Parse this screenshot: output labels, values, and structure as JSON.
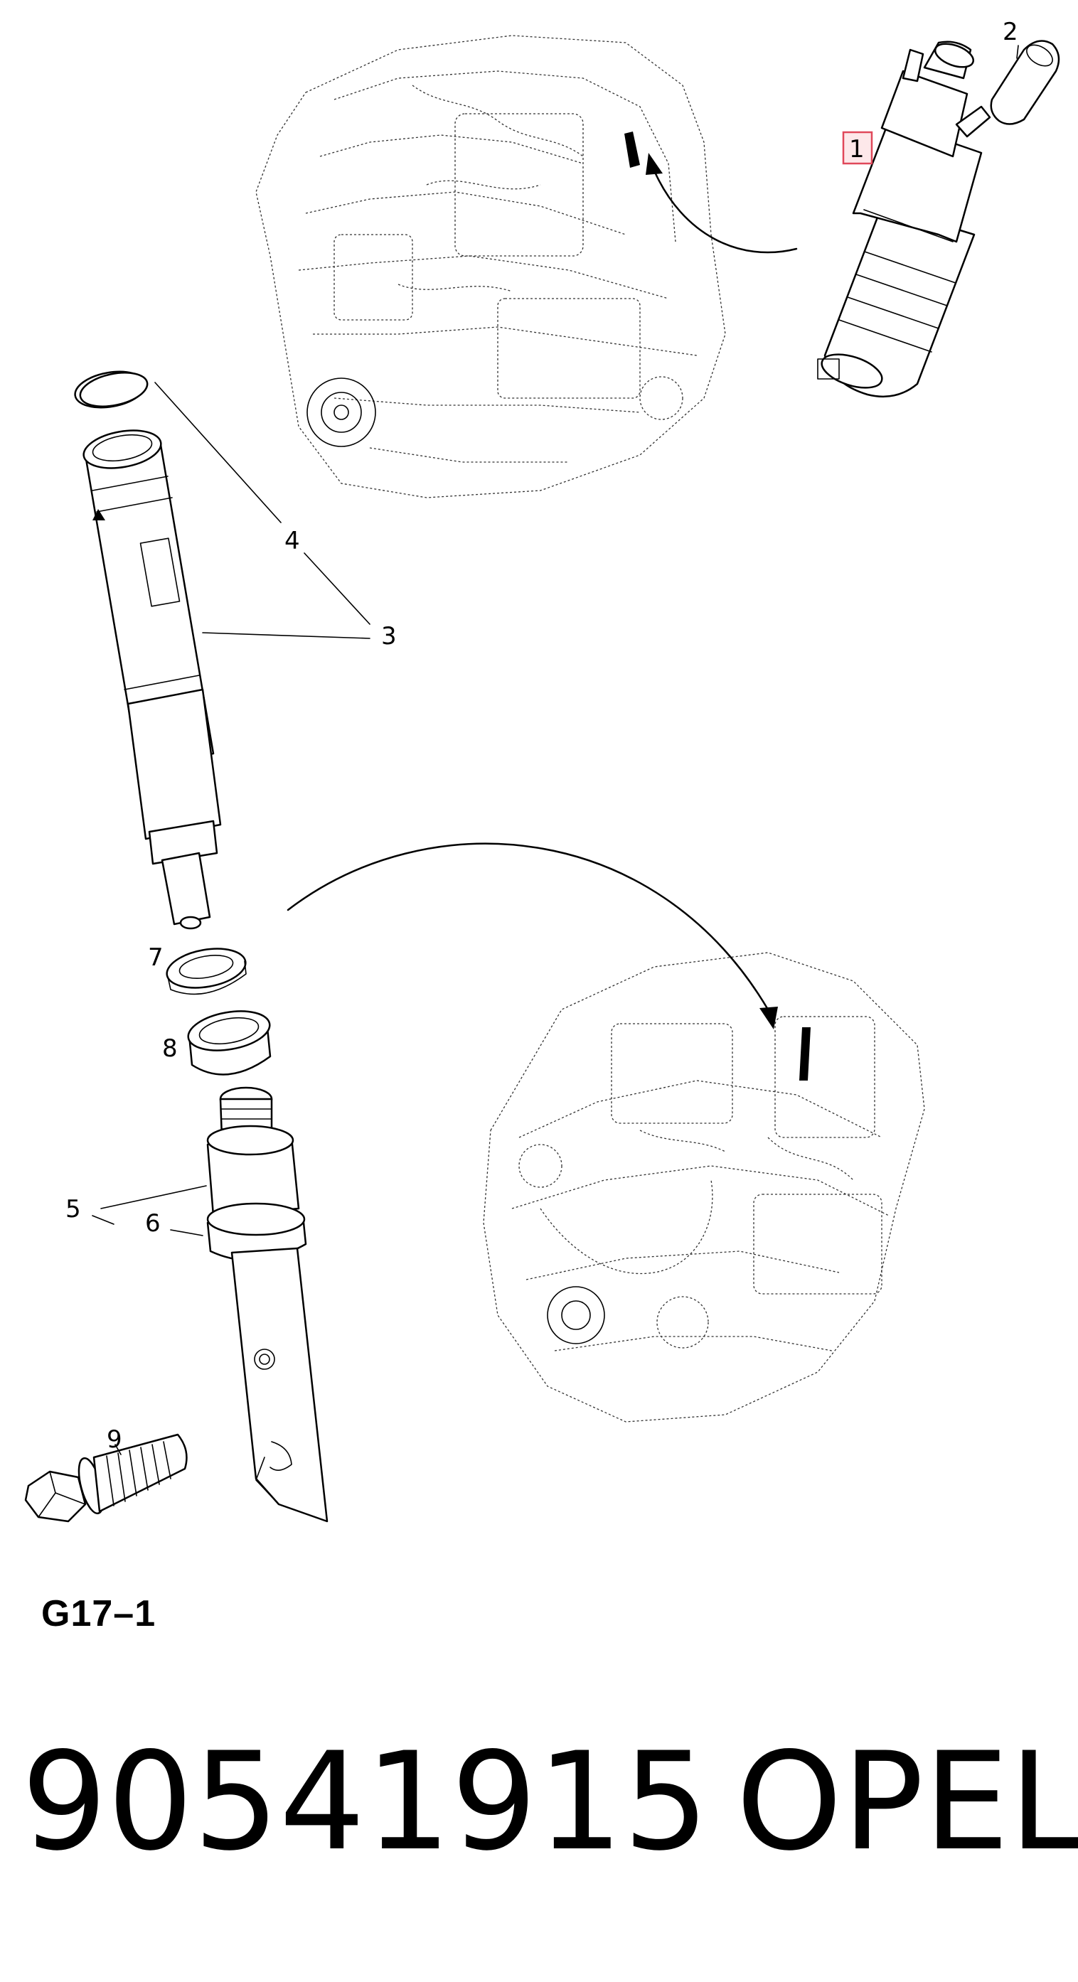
{
  "callouts": {
    "c1": "1",
    "c2": "2",
    "c3": "3",
    "c4": "4",
    "c5": "5",
    "c6": "6",
    "c7": "7",
    "c8": "8",
    "c9": "9"
  },
  "highlight_color": "#e0485a",
  "figure_code": "G17–1",
  "part_number": "90541915",
  "brand": "OPEL"
}
